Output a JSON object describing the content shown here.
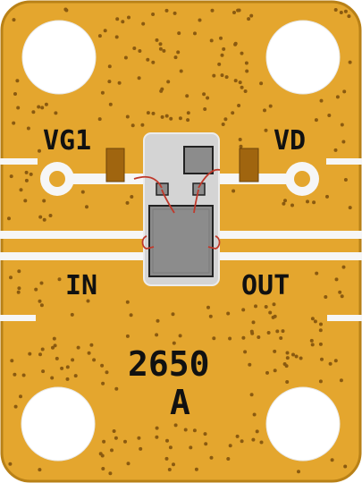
{
  "board": {
    "labels": {
      "vg1": "VG1",
      "vd": "VD",
      "in": "IN",
      "out": "OUT",
      "part_number": "2650",
      "revision": "A"
    }
  },
  "colors": {
    "substrate": "#e4a62e",
    "substrate_edge": "#b98117",
    "via": "#8a5a10",
    "trace": "#f6f6f6",
    "carrier": "#d4d4d4",
    "die": "#8c8c8c",
    "die_border": "#222222",
    "bond_pad": "#555555",
    "capacitor": "#a0650f",
    "bond_wire": "#c0392b",
    "label": "#111111"
  }
}
